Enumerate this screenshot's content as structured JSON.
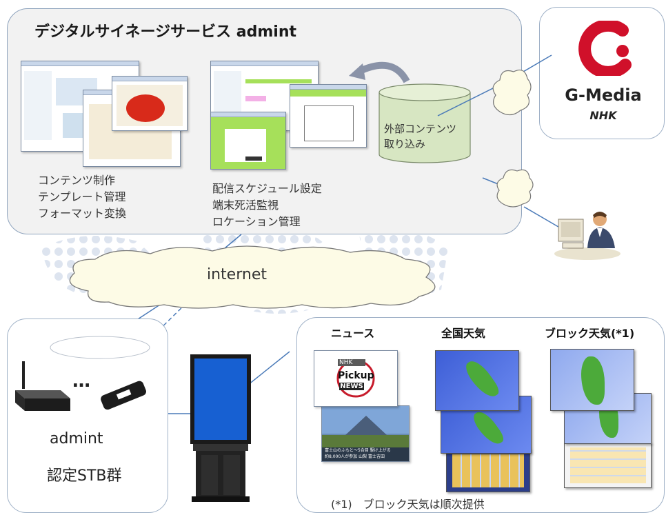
{
  "admint": {
    "title": "デジタルサイネージサービス admint",
    "left_lines": [
      "コンテンツ制作",
      "テンプレート管理",
      "フォーマット変換"
    ],
    "center_lines": [
      "配信スケジュール設定",
      "端末死活監視",
      "ロケーション管理"
    ],
    "db_label_1": "外部コンテンツ",
    "db_label_2": "取り込み"
  },
  "gmedia": {
    "name": "G-Media",
    "sub": "NHK"
  },
  "network": {
    "cloud_label": "internet"
  },
  "stb": {
    "dots": "…",
    "label_1": "admint",
    "label_2": "認定STB群"
  },
  "content": {
    "news": {
      "heading": "ニュース",
      "logo_top": "NHK",
      "logo_mid": "Pickup",
      "logo_bottom": "NEWS",
      "caption_1": "富士山のふもと〜5合目 駆け上がる",
      "caption_2": "約8,000人が参加 山梨 富士吉田"
    },
    "national_weather": {
      "heading": "全国天気"
    },
    "block_weather": {
      "heading": "ブロック天気(*1)"
    },
    "footnote": "(*1)　ブロック天気は順次提供"
  },
  "colors": {
    "panel_border": "#8ea3bd",
    "screen_green": "#a6e05a",
    "gmedia_red": "#d0102a",
    "cloud": "#fdfbe6"
  }
}
